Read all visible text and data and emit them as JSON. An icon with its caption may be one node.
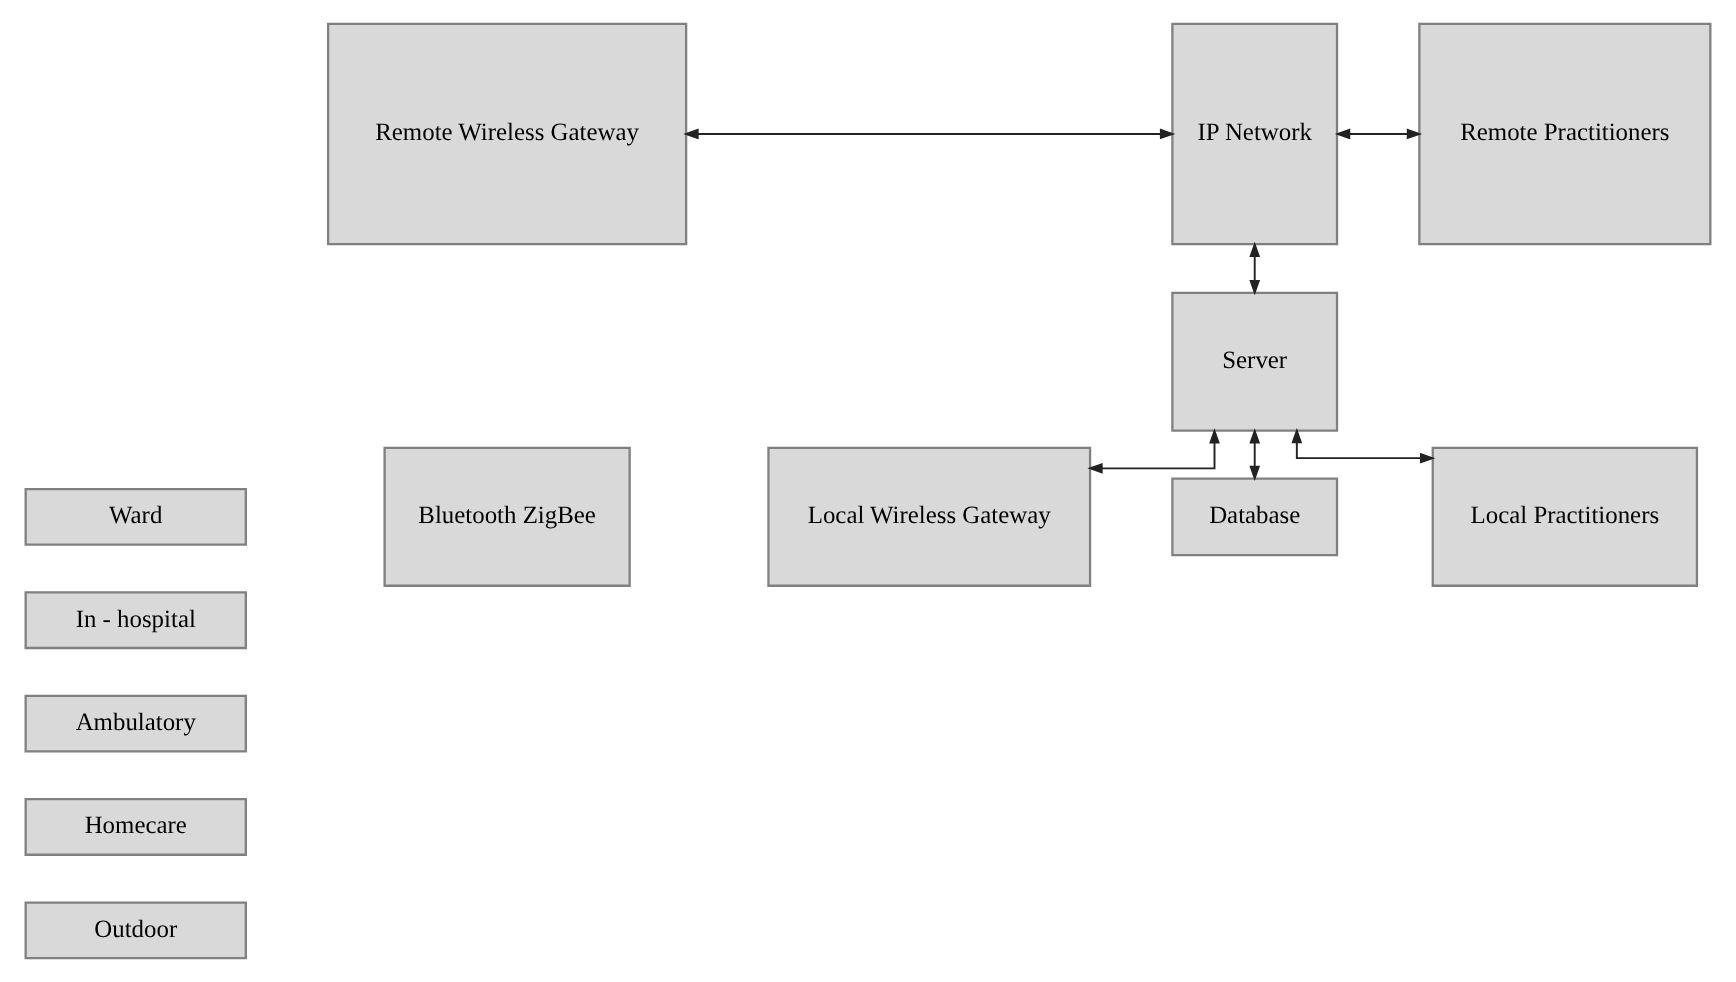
{
  "diagram": {
    "nodes": [
      {
        "text": [
          "Outdoor"
        ]
      },
      {
        "text": [
          "Homecare"
        ]
      },
      {
        "text": [
          "Ambulatory"
        ]
      },
      {
        "text": [
          "In - hospital"
        ]
      },
      {
        "text": [
          "Ward"
        ]
      },
      {
        "text": [
          "Remote Wireless Gateway"
        ]
      },
      {
        "text": [
          "IP Network"
        ]
      },
      {
        "text": [
          "Remote Practitioners"
        ]
      },
      {
        "text": [
          "Bluetooth ZigBee"
        ]
      },
      {
        "text": [
          "Local Wireless Gateway"
        ]
      },
      {
        "text": [
          "Server"
        ]
      },
      {
        "text": [
          "Local Practitioners"
        ]
      },
      {
        "text": [
          "Database"
        ]
      }
    ],
    "edges": [
      {
        "from": 5,
        "to": 6,
        "arrow": "both"
      },
      {
        "from": 6,
        "to": 7,
        "arrow": "both"
      },
      {
        "from": 6,
        "to": 10,
        "arrow": "both"
      },
      {
        "from": 9,
        "to": 10,
        "arrow": "both"
      },
      {
        "from": 10,
        "to": 11,
        "arrow": "both"
      },
      {
        "from": 10,
        "to": 12,
        "arrow": "both"
      }
    ]
  }
}
